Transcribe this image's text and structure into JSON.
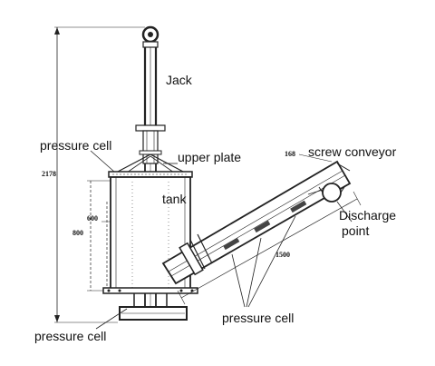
{
  "labels": {
    "jack": "Jack",
    "pressure_cell_top": "pressure cell",
    "upper_plate": "upper plate",
    "tank": "tank",
    "screw_conveyor": "screw conveyor",
    "discharge_point_line1": "Discharge",
    "discharge_point_line2": "point",
    "pressure_cell_conveyor": "pressure cell",
    "pressure_cell_bottom": "pressure cell"
  },
  "dimensions": {
    "overall_height": "2178",
    "tank_height": "800",
    "fill_height": "600",
    "conveyor_length": "1500",
    "conveyor_diameter": "168"
  }
}
